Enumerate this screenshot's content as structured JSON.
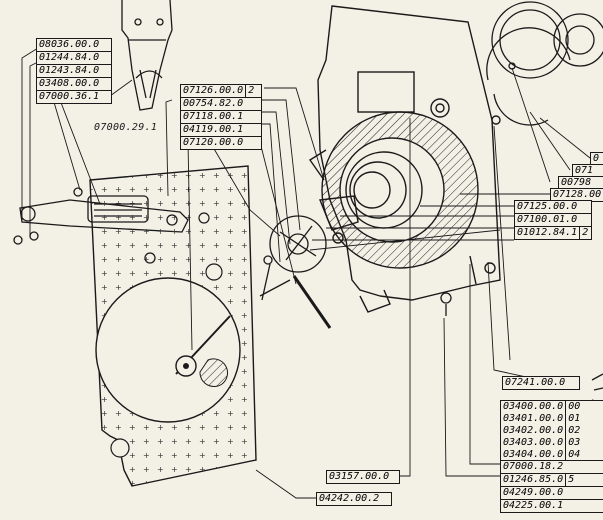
{
  "groups": {
    "top_left": [
      "08036.00.0",
      "01244.84.0",
      "01243.84.0",
      "03408.00.0",
      "07000.36.1"
    ],
    "center": [
      {
        "code": "07126.00.0",
        "suffix": "2"
      },
      {
        "code": "00754.82.0",
        "suffix": ""
      },
      {
        "code": "07118.00.1",
        "suffix": ""
      },
      {
        "code": "04119.00.1",
        "suffix": ""
      },
      {
        "code": "07120.00.0",
        "suffix": ""
      }
    ],
    "right_mid": [
      {
        "code": "0",
        "suffix": ""
      },
      {
        "code": "071",
        "suffix": ""
      },
      {
        "code": "00798",
        "suffix": ""
      },
      {
        "code": "07128.00",
        "suffix": ""
      },
      {
        "code": "07125.00.0",
        "suffix": ""
      },
      {
        "code": "07100.01.0",
        "suffix": ""
      },
      {
        "code": "01012.84.1",
        "suffix": "2"
      }
    ],
    "bottom_right_top": "07241.00.0",
    "bottom_right_list": [
      {
        "code": "03400.00.0",
        "suffix": "00"
      },
      {
        "code": "03401.00.0",
        "suffix": "01"
      },
      {
        "code": "03402.00.0",
        "suffix": "02"
      },
      {
        "code": "03403.00.0",
        "suffix": "03"
      },
      {
        "code": "03404.00.0",
        "suffix": "04"
      }
    ],
    "bottom_right_tail": [
      {
        "code": "07000.18.2",
        "suffix": ""
      },
      {
        "code": "01246.85.0",
        "suffix": "5"
      },
      {
        "code": "04249.00.0",
        "suffix": ""
      },
      {
        "code": "04225.00.1",
        "suffix": ""
      }
    ]
  },
  "labels": {
    "plain_left": "07000.29.1",
    "plain_center": "03157.00.0",
    "plain_bottom": "04242.00.2"
  }
}
